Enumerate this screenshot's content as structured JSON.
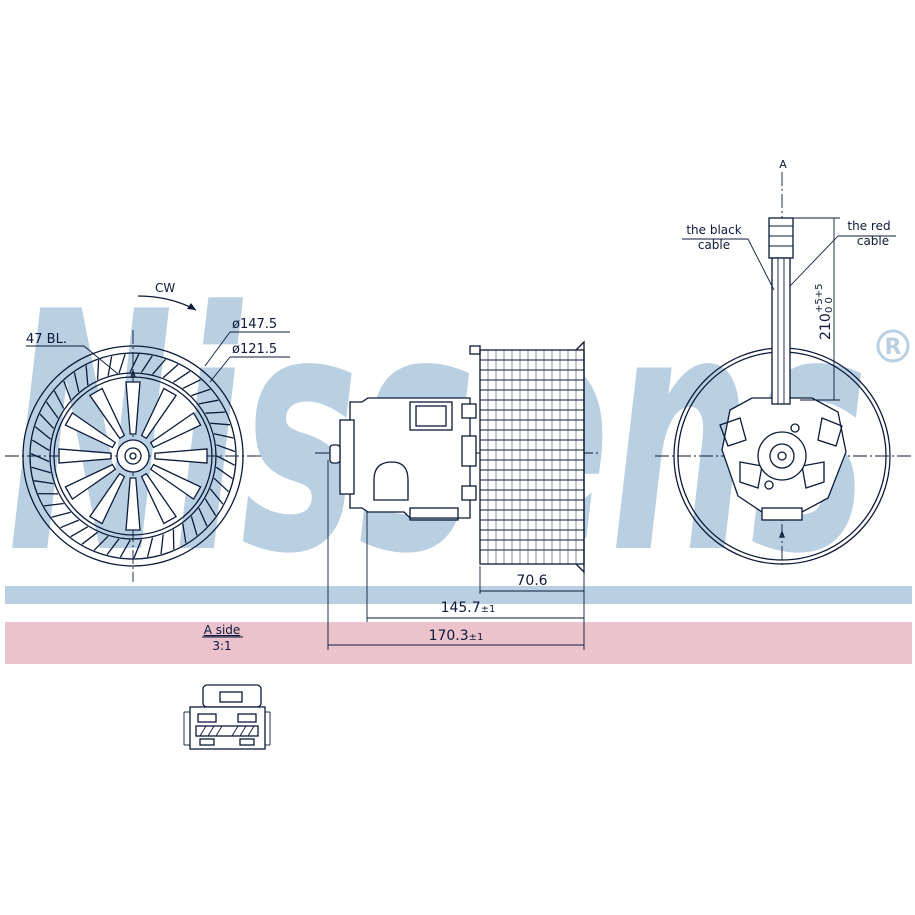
{
  "brand": {
    "watermark": "Nissens",
    "registered_mark": "®",
    "colors": {
      "watermark_blue": "#b9cfe2",
      "band_pink": "#ecc3cd",
      "line": "#0b1a3a"
    }
  },
  "front_view": {
    "rotation_label": "CW",
    "blades_label": "47 BL.",
    "outer_diameter_label": "ø147.5",
    "inner_diameter_label": "ø121.5"
  },
  "side_view": {
    "dim_short": "70.6",
    "dim_mid": "145.7",
    "dim_mid_tol": "±1",
    "dim_total": "170.3",
    "dim_total_tol": "±1"
  },
  "rear_view": {
    "section_marker": "A",
    "black_cable_label": [
      "the black",
      "cable"
    ],
    "red_cable_label": [
      "the red",
      "cable"
    ],
    "cable_length": "210",
    "cable_tol": "+5+5",
    "cable_tol_base": "0 0"
  },
  "detail_a": {
    "title": "A side",
    "scale": "3:1"
  }
}
